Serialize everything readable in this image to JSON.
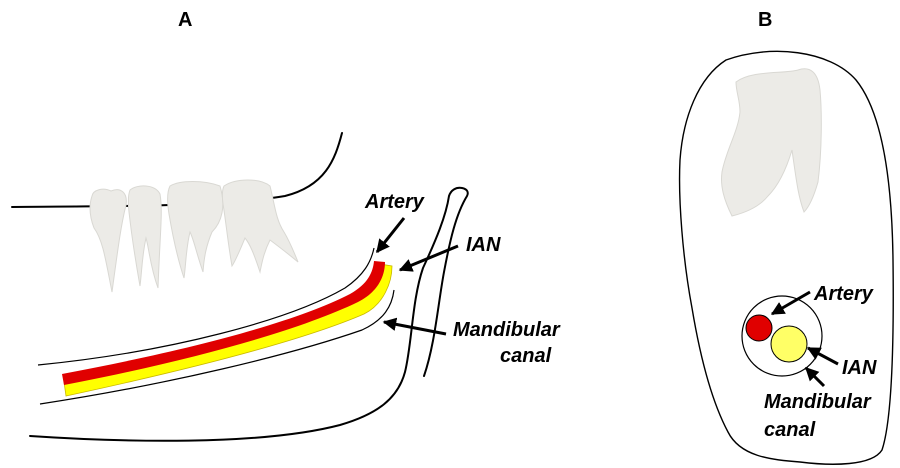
{
  "panel_a": {
    "letter": "A",
    "labels": {
      "artery": "Artery",
      "ian": "IAN",
      "canal_line1": "Mandibular",
      "canal_line2": "canal"
    }
  },
  "panel_b": {
    "letter": "B",
    "labels": {
      "artery": "Artery",
      "ian": "IAN",
      "canal_line1": "Mandibular",
      "canal_line2": "canal"
    }
  },
  "colors": {
    "artery": "#e00000",
    "nerve": "#ffff00",
    "tooth": "#ecebe7",
    "outline": "#000000"
  },
  "icons": [
    "tooth-icon",
    "arrow-icon"
  ]
}
